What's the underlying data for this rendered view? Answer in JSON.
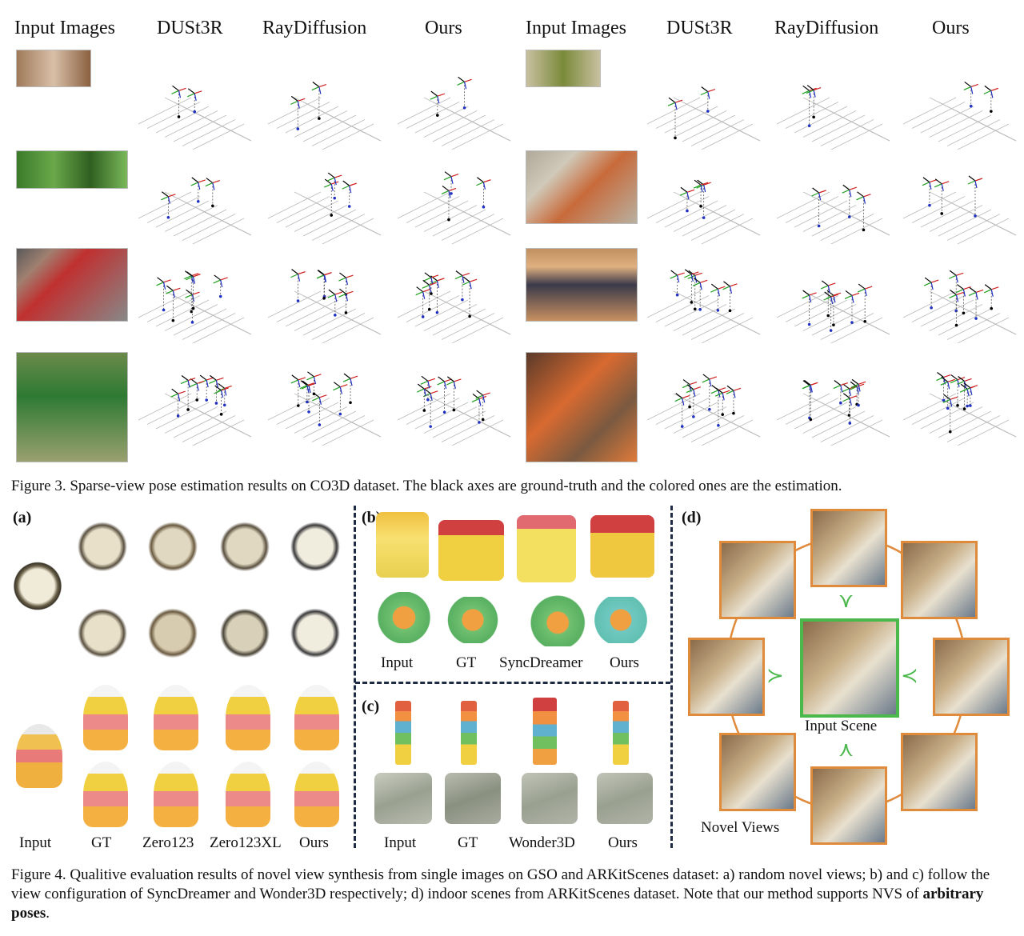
{
  "figure3": {
    "headers_left": [
      "Input Images",
      "DUSt3R",
      "RayDiffusion",
      "Ours"
    ],
    "headers_right": [
      "Input Images",
      "DUSt3R",
      "RayDiffusion",
      "Ours"
    ],
    "caption": "Figure 3. Sparse-view pose estimation results on CO3D dataset. The black axes are ground-truth and the colored ones are the estimation."
  },
  "figure4": {
    "panel_a": {
      "tag": "(a)",
      "labels": [
        "Input",
        "GT",
        "Zero123",
        "Zero123XL",
        "Ours"
      ]
    },
    "panel_b": {
      "tag": "(b)",
      "labels": [
        "Input",
        "GT",
        "SyncDreamer",
        "Ours"
      ]
    },
    "panel_c": {
      "tag": "(c)",
      "labels": [
        "Input",
        "GT",
        "Wonder3D",
        "Ours"
      ]
    },
    "panel_d": {
      "tag": "(d)",
      "input_label": "Input Scene",
      "novel_label": "Novel Views"
    },
    "caption_pre": "Figure 4.  Qualitive evaluation results of novel view synthesis from single images on GSO and ARKitScenes dataset: a) random novel views; b) and c) follow the view configuration of SyncDreamer and Wonder3D respectively; d) indoor scenes from ARKitScenes dataset. Note that our method supports NVS of ",
    "caption_bold": "arbitrary poses",
    "caption_post": "."
  }
}
